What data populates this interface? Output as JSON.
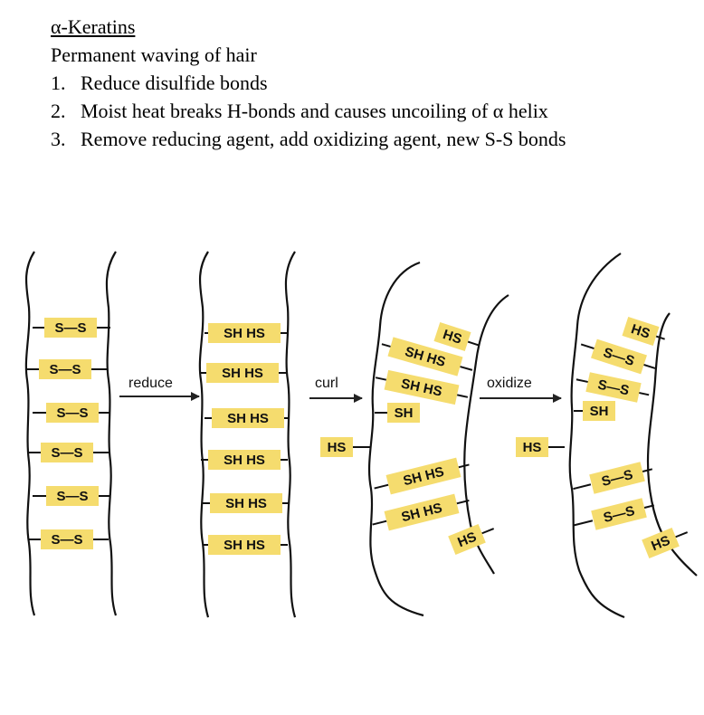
{
  "header": {
    "title": "α-Keratins",
    "subtitle": "Permanent waving of hair",
    "steps": [
      {
        "num": "1.",
        "text": "Reduce disulfide bonds"
      },
      {
        "num": "2.",
        "text": "Moist heat breaks H-bonds and causes uncoiling of α helix"
      },
      {
        "num": "3.",
        "text": "Remove reducing agent, add oxidizing agent, new S-S bonds"
      }
    ]
  },
  "diagram": {
    "arrows": [
      "reduce",
      "curl",
      "oxidize"
    ],
    "highlight_color": "#f5dc6e",
    "panel1_labels": [
      "S—S",
      "S—S",
      "S—S",
      "S—S",
      "S—S",
      "S—S"
    ],
    "panel2_labels": [
      "SH  HS",
      "SH  HS",
      "SH  HS",
      "SH  HS",
      "SH  HS",
      "SH  HS"
    ],
    "panel3_labels": [
      "HS",
      "SH  HS",
      "SH  HS",
      "SH",
      "HS",
      "SH  HS",
      "SH  HS",
      "HS"
    ],
    "panel4_labels": [
      "HS",
      "S—S",
      "S—S",
      "SH",
      "HS",
      "S—S",
      "S—S",
      "HS"
    ]
  }
}
